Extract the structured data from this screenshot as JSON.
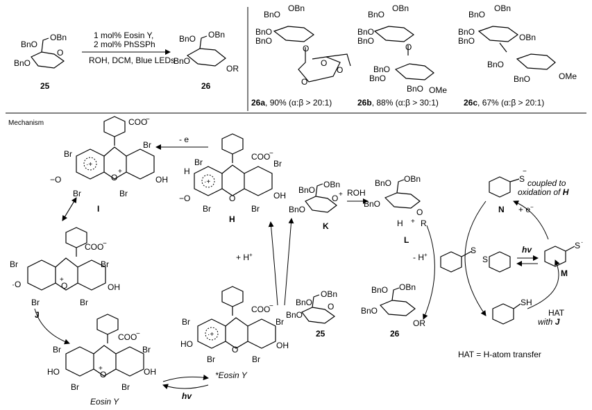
{
  "top": {
    "conditions": [
      "1 mol% Eosin Y,",
      "2 mol% PhSSPh",
      "ROH, DCM, Blue LEDs"
    ],
    "label_25": "25",
    "label_26": "26",
    "products": [
      {
        "code": "26a",
        "text": ", 90% (α:β > 20:1)"
      },
      {
        "code": "26b",
        "text": ", 88% (α:β > 30:1)"
      },
      {
        "code": "26c",
        "text": ", 67% (α:β > 20:1)"
      }
    ]
  },
  "mechanism": {
    "heading": "Mechanism",
    "labels": {
      "I": "I",
      "H": "H",
      "J": "J",
      "K": "K",
      "L": "L",
      "N": "N",
      "M": "M",
      "c25": "25",
      "c26": "26"
    },
    "eosin_y": "Eosin Y",
    "eosin_y_star": "*Eosin Y",
    "minus_e": "- e",
    "plus_h": "+ H",
    "minus_h": "- H",
    "rooh": "ROH",
    "hv": "hv",
    "plus_e": "+ e",
    "coupled_1": "coupled to",
    "coupled_2": "oxidation of",
    "coupled_H": "H",
    "hat_1": "HAT",
    "hat_2": "with",
    "hat_J": "J",
    "hat_def": "HAT = H-atom transfer",
    "sh": "SH",
    "s": "S",
    "coo": "COO",
    "br": "Br",
    "oh": "OH",
    "ho": "HO",
    "o": "O",
    "obn": "OBn",
    "bno": "BnO",
    "or": "OR",
    "ome": "OMe"
  }
}
